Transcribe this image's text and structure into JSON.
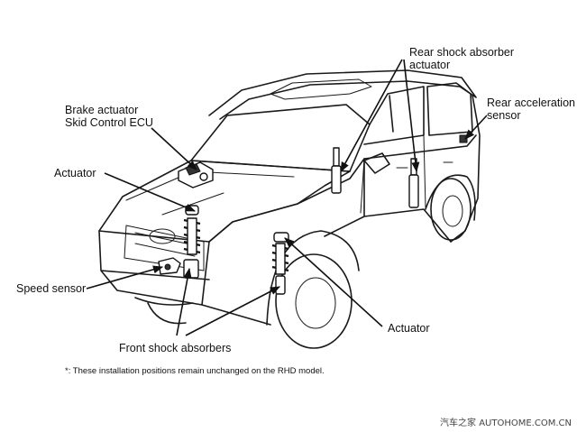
{
  "labels": {
    "rear_shock_line1": "Rear shock absorber",
    "rear_shock_line2": "actuator",
    "rear_accel_line1": "Rear acceleration",
    "rear_accel_line2": "sensor",
    "brake_line1": "Brake actuator",
    "brake_line2": "Skid Control ECU",
    "actuator_front": "Actuator",
    "speed_sensor": "Speed sensor",
    "actuator_right": "Actuator",
    "front_shock": "Front shock absorbers"
  },
  "footnote": "*: These installation positions remain unchanged on the RHD model.",
  "watermark": "汽车之家 AUTOHOME.COM.CN",
  "colors": {
    "line": "#1a1a1a",
    "background": "#ffffff"
  }
}
